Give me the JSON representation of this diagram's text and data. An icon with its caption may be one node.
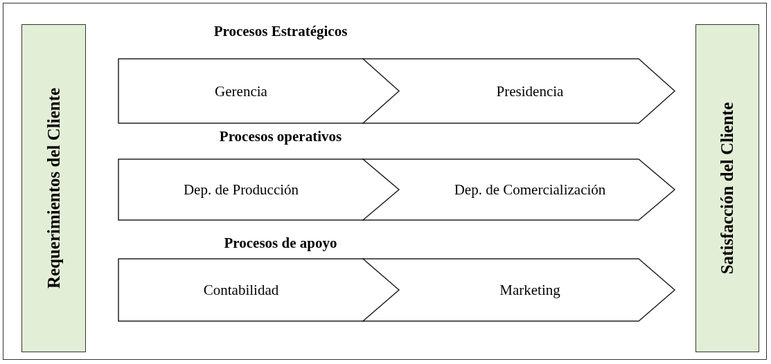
{
  "diagram": {
    "nodes": [
      {
        "text": [
          "Requerimientos del Cliente"
        ]
      },
      {
        "text": [
          "Gerencia"
        ]
      },
      {
        "text": [
          "Presidencia"
        ]
      },
      {
        "text": [
          "Dep. de Producción"
        ]
      },
      {
        "text": [
          "Dep. de Comercialización"
        ]
      },
      {
        "text": [
          "Contabilidad"
        ]
      },
      {
        "text": [
          "Marketing"
        ]
      },
      {
        "text": [
          "Satisfacción del Cliente"
        ]
      }
    ],
    "labels": [
      "Procesos Estratégicos",
      "Procesos operativos",
      "Procesos de apoyo"
    ]
  }
}
